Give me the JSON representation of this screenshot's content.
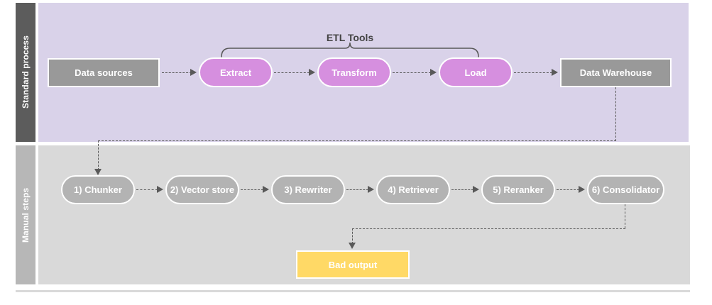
{
  "diagram": {
    "title": "ETL standard process and manual RAG steps",
    "colors": {
      "lane_top_label_bg": "#5c5c5c",
      "lane_top_body_bg": "#d9d2e9",
      "lane_bottom_label_bg": "#b7b7b7",
      "lane_bottom_body_bg": "#d9d9d9",
      "node_gray": "#999999",
      "node_gray_light": "#b3b3b3",
      "node_magenta": "#d68fdf",
      "node_yellow": "#ffd966",
      "connector": "#595959",
      "node_text": "#ffffff",
      "annotation_text": "#434343"
    }
  },
  "lanes": [
    {
      "id": "standard-process",
      "label": "Standard process"
    },
    {
      "id": "manual-steps",
      "label": "Manual steps"
    }
  ],
  "annotations": {
    "etl_tools": "ETL Tools"
  },
  "top_row": {
    "nodes": [
      {
        "id": "data-sources",
        "label": "Data sources",
        "shape": "rect",
        "color": "gray"
      },
      {
        "id": "extract",
        "label": "Extract",
        "shape": "pill",
        "color": "magenta"
      },
      {
        "id": "transform",
        "label": "Transform",
        "shape": "pill",
        "color": "magenta"
      },
      {
        "id": "load",
        "label": "Load",
        "shape": "pill",
        "color": "magenta"
      },
      {
        "id": "data-warehouse",
        "label": "Data Warehouse",
        "shape": "rect",
        "color": "gray"
      }
    ]
  },
  "bottom_row": {
    "nodes": [
      {
        "id": "chunker",
        "label": "1) Chunker",
        "shape": "pill",
        "color": "graylt"
      },
      {
        "id": "vector-store",
        "label": "2) Vector store",
        "shape": "pill",
        "color": "graylt"
      },
      {
        "id": "rewriter",
        "label": "3) Rewriter",
        "shape": "pill",
        "color": "graylt"
      },
      {
        "id": "retriever",
        "label": "4) Retriever",
        "shape": "pill",
        "color": "graylt"
      },
      {
        "id": "reranker",
        "label": "5) Reranker",
        "shape": "pill",
        "color": "graylt"
      },
      {
        "id": "consolidator",
        "label": "6) Consolidator",
        "shape": "pill",
        "color": "graylt"
      }
    ],
    "output": {
      "id": "bad-output",
      "label": "Bad output",
      "shape": "rect",
      "color": "yellow"
    }
  },
  "edges": [
    {
      "from": "data-sources",
      "to": "extract",
      "style": "dashed-arrow"
    },
    {
      "from": "extract",
      "to": "transform",
      "style": "dashed-arrow"
    },
    {
      "from": "transform",
      "to": "load",
      "style": "dashed-arrow"
    },
    {
      "from": "load",
      "to": "data-warehouse",
      "style": "dashed-arrow"
    },
    {
      "from": "data-warehouse",
      "to": "chunker",
      "style": "dashed-elbow-arrow"
    },
    {
      "from": "chunker",
      "to": "vector-store",
      "style": "dashed-arrow"
    },
    {
      "from": "vector-store",
      "to": "rewriter",
      "style": "dashed-arrow"
    },
    {
      "from": "rewriter",
      "to": "retriever",
      "style": "dashed-arrow"
    },
    {
      "from": "retriever",
      "to": "reranker",
      "style": "dashed-arrow"
    },
    {
      "from": "reranker",
      "to": "consolidator",
      "style": "dashed-arrow"
    },
    {
      "from": "consolidator",
      "to": "bad-output",
      "style": "dashed-elbow-arrow"
    }
  ]
}
